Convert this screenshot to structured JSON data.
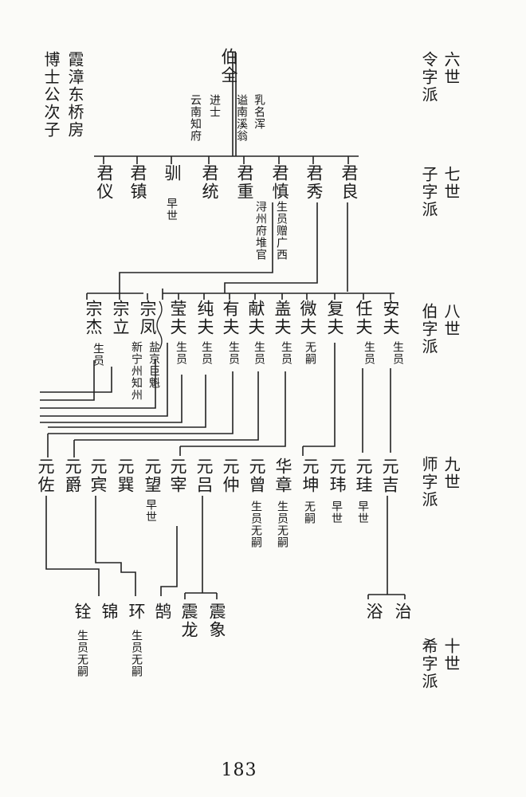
{
  "header": {
    "house": "霞漳东桥房",
    "origin": "博士公次子",
    "page_number": "183"
  },
  "generations": [
    {
      "gen": "六世",
      "pai": "令字派"
    },
    {
      "gen": "七世",
      "pai": "子字派"
    },
    {
      "gen": "八世",
      "pai": "伯字派"
    },
    {
      "gen": "九世",
      "pai": "师字派"
    },
    {
      "gen": "十世",
      "pai": "希字派"
    }
  ],
  "gen6": {
    "name": "伯全",
    "notes": [
      "乳名浑",
      "谥南溪翁",
      "进士",
      "云南知府"
    ]
  },
  "gen7": [
    {
      "name": "君仪"
    },
    {
      "name": "君镇"
    },
    {
      "name": "驯",
      "note": "早世"
    },
    {
      "name": "君统"
    },
    {
      "name": "君重"
    },
    {
      "name": "君慎",
      "notes": [
        "生员赠广西",
        "浔州府堆官"
      ]
    },
    {
      "name": "君秀"
    },
    {
      "name": "君良"
    }
  ],
  "gen8": [
    {
      "name": "宗杰",
      "note": "生员"
    },
    {
      "name": "宗立"
    },
    {
      "name": "宗凤",
      "notes": [
        "盐京巨魁",
        "新宁州知州"
      ]
    },
    {
      "name": "莹夫",
      "note": "生员"
    },
    {
      "name": "纯夫",
      "note": "生员"
    },
    {
      "name": "有夫",
      "note": "生员"
    },
    {
      "name": "献夫",
      "note": "生员"
    },
    {
      "name": "盖夫",
      "note": "生员"
    },
    {
      "name": "微夫",
      "note": "无嗣"
    },
    {
      "name": "复夫"
    },
    {
      "name": "任夫",
      "note": "生员"
    },
    {
      "name": "安夫",
      "note": "生员"
    }
  ],
  "gen9": [
    {
      "name": "元佐"
    },
    {
      "name": "元爵"
    },
    {
      "name": "元宾"
    },
    {
      "name": "元巽"
    },
    {
      "name": "元望",
      "note": "早世"
    },
    {
      "name": "元宰"
    },
    {
      "name": "元吕"
    },
    {
      "name": "元仲"
    },
    {
      "name": "元曾",
      "note": "生员无嗣"
    },
    {
      "name": "华章",
      "note": "生员无嗣"
    },
    {
      "name": "元坤",
      "note": "无嗣"
    },
    {
      "name": "元玮",
      "note": "早世"
    },
    {
      "name": "元珪",
      "note": "早世"
    },
    {
      "name": "元吉"
    }
  ],
  "gen10": [
    {
      "name": "铨",
      "note": "生员无嗣"
    },
    {
      "name": "锦"
    },
    {
      "name": "环",
      "note": "生员无嗣"
    },
    {
      "name": "鹄"
    },
    {
      "name": "震龙"
    },
    {
      "name": "震象"
    },
    {
      "name": "浴"
    },
    {
      "name": "治"
    }
  ]
}
